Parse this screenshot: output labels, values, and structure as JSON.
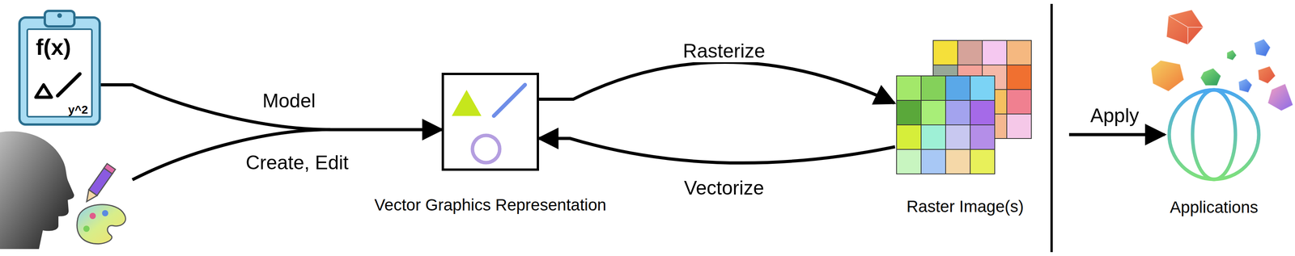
{
  "diagram": {
    "nodes": [
      {
        "text": [
          "f(x)",
          "y^2"
        ]
      },
      {
        "text": [
          "Vector Graphics Representation"
        ]
      },
      {
        "text": [
          "Raster Image(s)"
        ]
      },
      {
        "text": [
          "Applications"
        ]
      }
    ],
    "edges": [
      {
        "from": 0,
        "to": 1,
        "arrow": "to",
        "label": "Model"
      },
      {
        "from": 1,
        "to": 2,
        "arrow": "to",
        "label": "Rasterize"
      },
      {
        "from": 2,
        "to": 1,
        "arrow": "to",
        "label": "Vectorize"
      },
      {
        "from": 2,
        "to": 3,
        "arrow": "to",
        "label": "Apply"
      }
    ],
    "labels": [
      "Create, Edit"
    ]
  }
}
